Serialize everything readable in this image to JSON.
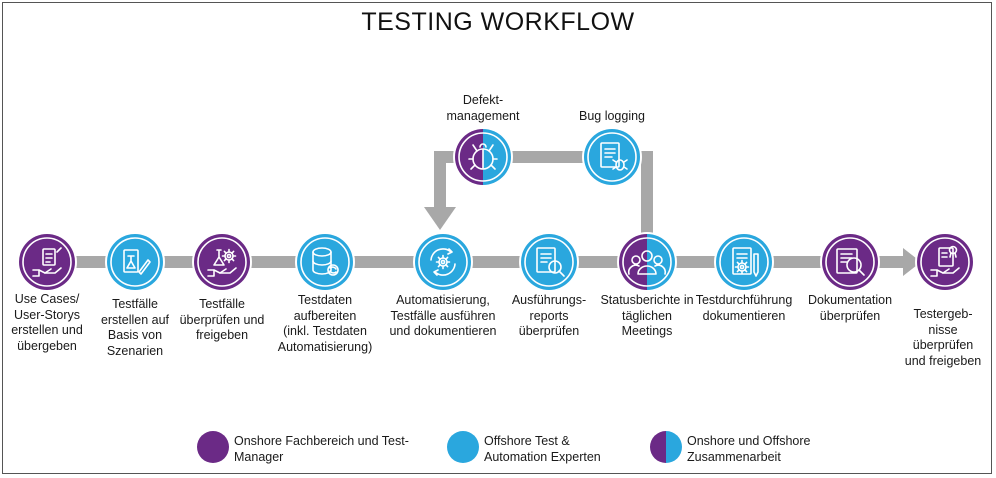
{
  "title": "TESTING WORKFLOW",
  "colors": {
    "onshore": "#6b2a86",
    "offshore": "#2aa7de",
    "connector": "#a8a8a8"
  },
  "steps": [
    {
      "label": "Use Cases/\nUser-Storys\nerstellen und\nübergeben",
      "type": "onshore",
      "icon": "hand-document-icon"
    },
    {
      "label": "Testfälle\nerstellen auf\nBasis  von\nSzenarien",
      "type": "offshore",
      "icon": "flask-pencil-icon"
    },
    {
      "label": "Testfälle\nüberprüfen und\nfreigeben",
      "type": "onshore",
      "icon": "hand-flask-gear-icon"
    },
    {
      "label": "Testdaten\naufbereiten\n(inkl. Testdaten\nAutomatisierung)",
      "type": "offshore",
      "icon": "database-refresh-icon"
    },
    {
      "label": "Automatisierung,\nTestfälle ausführen\nund dokumentieren",
      "type": "offshore",
      "icon": "cycle-gear-icon"
    },
    {
      "label": "Ausführungs-\nreports\nüberprüfen",
      "type": "offshore",
      "icon": "report-magnifier-icon"
    },
    {
      "label": "Statusberichte in\ntäglichen\nMeetings",
      "type": "both",
      "icon": "team-icon"
    },
    {
      "label": "Testdurchführung\ndokumentieren",
      "type": "offshore",
      "icon": "document-gear-pencil-icon"
    },
    {
      "label": "Dokumentation\nüberprüfen",
      "type": "onshore",
      "icon": "document-magnifier-icon"
    },
    {
      "label": "Testergeb-\nnisse\nüberprüfen\nund freigeben",
      "type": "onshore",
      "icon": "hand-certificate-icon"
    }
  ],
  "loop_steps": [
    {
      "label": "Defekt-\nmanagement",
      "type": "both",
      "icon": "bug-icon"
    },
    {
      "label": "Bug logging",
      "type": "offshore",
      "icon": "document-bug-icon"
    }
  ],
  "legend": [
    {
      "type": "onshore",
      "label": "Onshore Fachbereich und Test-\nManager"
    },
    {
      "type": "offshore",
      "label": "Offshore Test &\nAutomation Experten"
    },
    {
      "type": "both",
      "label": "Onshore und Offshore\nZusammenarbeit"
    }
  ]
}
